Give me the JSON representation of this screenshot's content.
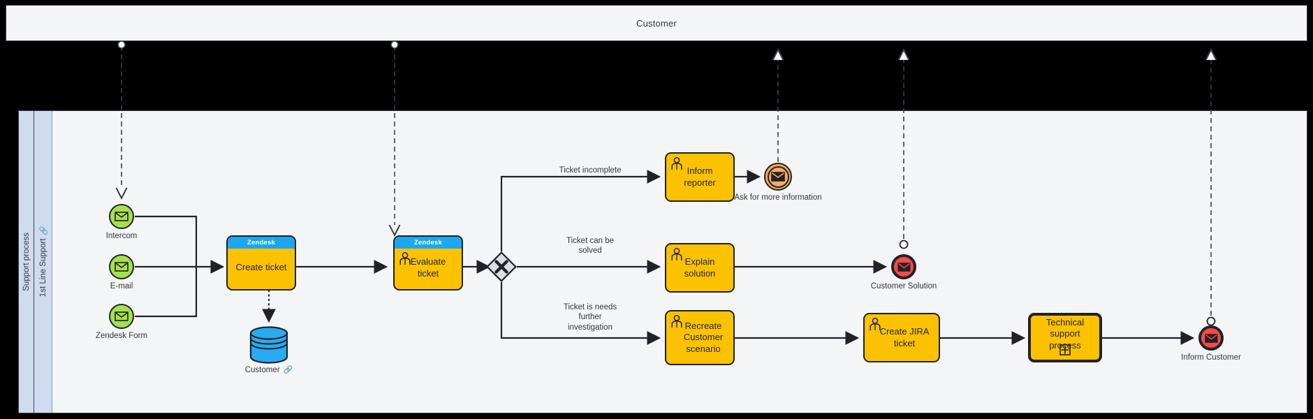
{
  "diagram": {
    "type": "bpmn",
    "title": "Support process"
  },
  "pools": {
    "customer": {
      "label": "Customer"
    },
    "support": {
      "label": "Support process"
    }
  },
  "lanes": [
    {
      "label": "1st Line Support",
      "icon": "link-icon"
    }
  ],
  "start_events": [
    {
      "label": "Intercom",
      "icon": "message-envelope-icon"
    },
    {
      "label": "E-mail",
      "icon": "message-envelope-icon"
    },
    {
      "label": "Zendesk Form",
      "icon": "message-envelope-icon"
    }
  ],
  "tasks": [
    {
      "id": "create_ticket",
      "label": "Create ticket",
      "band": "Zendesk",
      "marker": "none"
    },
    {
      "id": "evaluate_ticket",
      "label": "Evaluate ticket",
      "band": "Zendesk",
      "marker": "user"
    },
    {
      "id": "inform_reporter",
      "label": "Inform reporter",
      "band": "",
      "marker": "user"
    },
    {
      "id": "explain_solution",
      "label": "Explain solution",
      "band": "",
      "marker": "user"
    },
    {
      "id": "recreate_scenario",
      "label": "Recreate Customer scenario",
      "band": "",
      "marker": "user"
    },
    {
      "id": "create_jira",
      "label": "Create JIRA ticket",
      "band": "",
      "marker": "user"
    },
    {
      "id": "tech_support",
      "label": "Technical support process",
      "band": "",
      "marker": "subprocess"
    }
  ],
  "gateway": {
    "label": "",
    "kind": "exclusive",
    "symbol": "X"
  },
  "data_stores": [
    {
      "label": "Customer",
      "icon": "link-icon"
    }
  ],
  "intermediate_events": [
    {
      "label": "Ask for more information",
      "icon": "message-envelope-icon"
    }
  ],
  "end_events": [
    {
      "label": "Customer Solution",
      "icon": "message-envelope-icon"
    },
    {
      "label": "Inform Customer",
      "icon": "message-envelope-icon"
    }
  ],
  "flow_labels": [
    {
      "id": "f1",
      "text": "Ticket incomplete"
    },
    {
      "id": "f2",
      "text": "Ticket can be\nsolved"
    },
    {
      "id": "f3",
      "text": "Ticket is needs\nfurther\ninvestigation"
    }
  ],
  "colors": {
    "task_fill": "#FCC200",
    "task_band": "#1CA7F0",
    "start_fill": "#A7E04E",
    "end_fill": "#FB4A47",
    "intermediate_fill": "#F9A960",
    "datastore_fill": "#29ABF2",
    "gateway_fill": "#DCDEE1",
    "lane_header": "#CFDCF0",
    "pool_bg": "#F4F5F7",
    "stroke": "#1F2329",
    "canvas_bg": "#000000"
  }
}
